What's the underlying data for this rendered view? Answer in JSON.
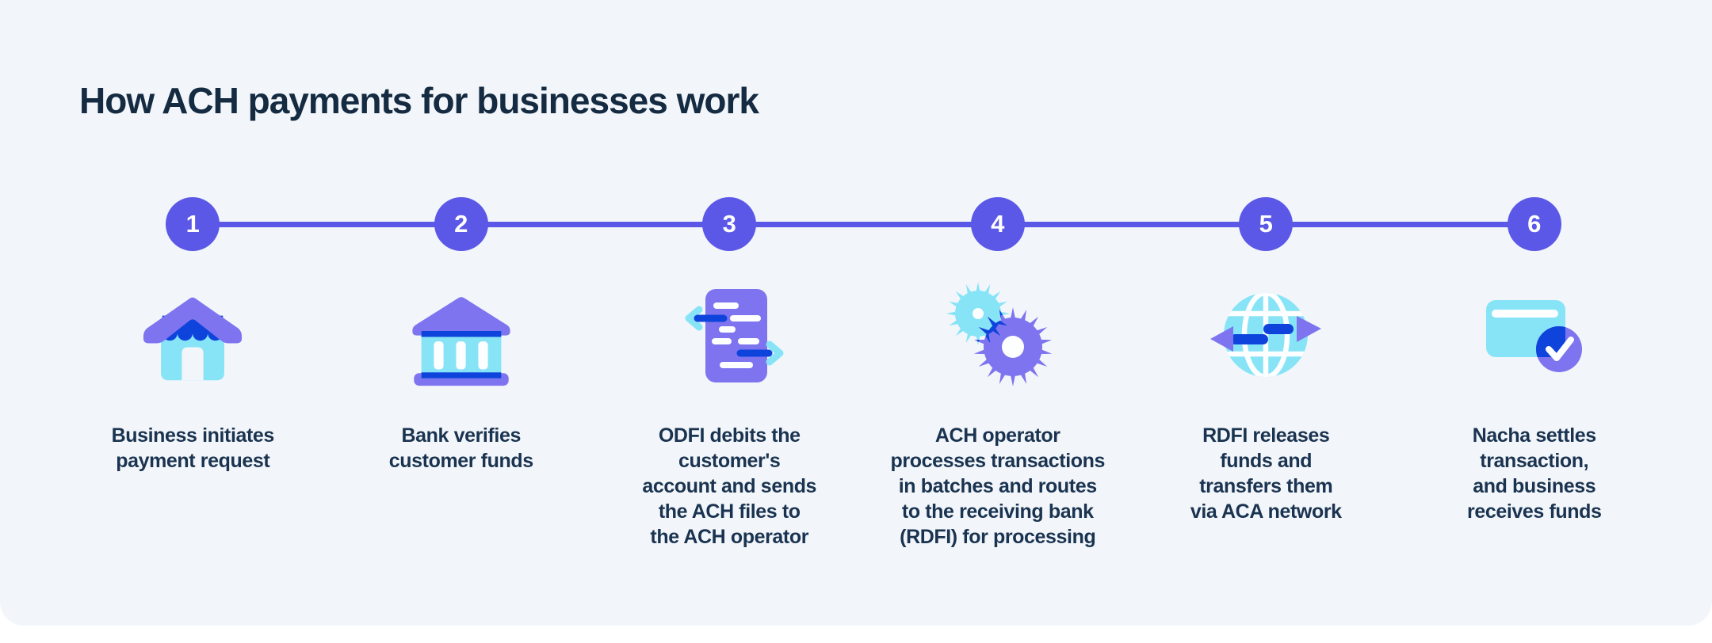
{
  "title": "How ACH payments for businesses work",
  "colors": {
    "panel_background": "#F2F6FA",
    "accent_purple": "#5B58E8",
    "icon_purple": "#7E74EF",
    "icon_cyan": "#87E4F7",
    "icon_dark_blue": "#0E44DC",
    "text_navy": "#1A3350",
    "title_navy": "#152B42"
  },
  "steps": [
    {
      "number": "1",
      "icon": "storefront-icon",
      "label": "Business initiates\npayment request"
    },
    {
      "number": "2",
      "icon": "bank-icon",
      "label": "Bank verifies\ncustomer funds"
    },
    {
      "number": "3",
      "icon": "document-transfer-icon",
      "label": "ODFI debits the\ncustomer's\naccount and sends\nthe ACH files to\nthe ACH operator"
    },
    {
      "number": "4",
      "icon": "gears-icon",
      "label": "ACH operator\nprocesses transactions\nin batches and routes\nto the receiving bank\n(RDFI) for processing"
    },
    {
      "number": "5",
      "icon": "globe-transfer-icon",
      "label": "RDFI releases\nfunds and\ntransfers them\nvia ACA network"
    },
    {
      "number": "6",
      "icon": "card-check-icon",
      "label": "Nacha settles\ntransaction,\nand business\nreceives funds"
    }
  ]
}
